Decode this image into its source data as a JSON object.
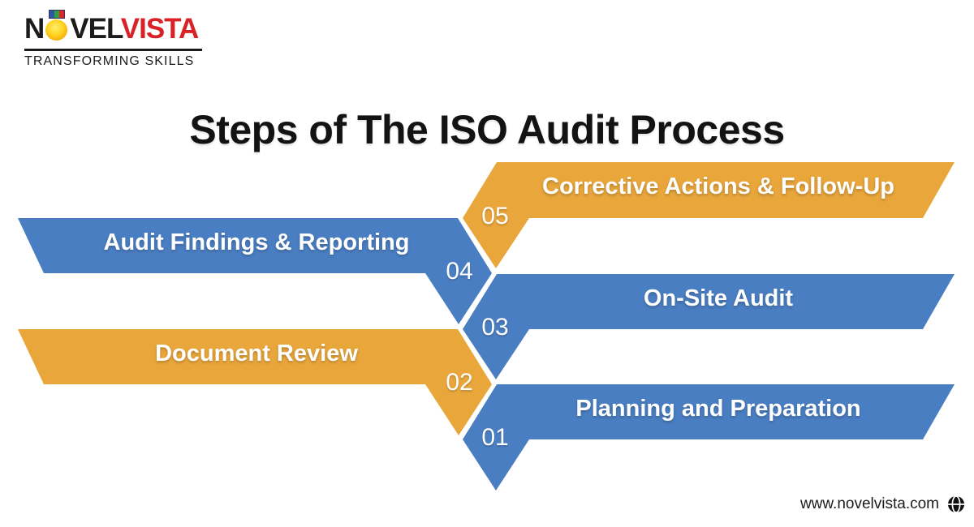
{
  "brand": {
    "word_start": "N",
    "word_mid": "VEL",
    "word_end": "VISTA",
    "tagline": "TRANSFORMING SKILLS",
    "medal_icon": "medal-icon"
  },
  "title": "Steps of The ISO Audit Process",
  "steps": [
    {
      "num": "05",
      "label": "Corrective Actions & Follow-Up",
      "side": "right",
      "color_name": "gold"
    },
    {
      "num": "04",
      "label": "Audit Findings & Reporting",
      "side": "left",
      "color_name": "blue"
    },
    {
      "num": "03",
      "label": "On-Site Audit",
      "side": "right",
      "color_name": "blue"
    },
    {
      "num": "02",
      "label": "Document Review",
      "side": "left",
      "color_name": "gold"
    },
    {
      "num": "01",
      "label": "Planning and Preparation",
      "side": "right",
      "color_name": "blue"
    }
  ],
  "footer": {
    "website": "www.novelvista.com",
    "globe_icon": "globe-icon"
  },
  "colors": {
    "gold": "#E9A63B",
    "blue": "#4A7EC2",
    "brand-red": "#D92227",
    "ink": "#1C1C1C"
  }
}
